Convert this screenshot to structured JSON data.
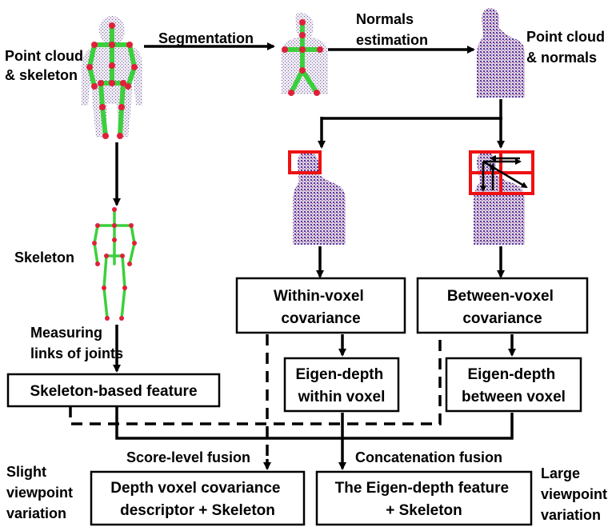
{
  "labels": {
    "point_cloud_skeleton": [
      "Point cloud",
      "& skeleton"
    ],
    "segmentation": "Segmentation",
    "normals_estimation": [
      "Normals",
      "estimation"
    ],
    "point_cloud_normals": [
      "Point cloud",
      "& normals"
    ],
    "skeleton": "Skeleton",
    "measuring_links": [
      "Measuring",
      "links of joints"
    ],
    "score_level_fusion": "Score-level fusion",
    "concatenation_fusion": "Concatenation fusion",
    "slight_variation": [
      "Slight",
      "viewpoint",
      "variation"
    ],
    "large_variation": [
      "Large",
      "viewpoint",
      "variation"
    ]
  },
  "boxes": {
    "within_voxel_cov": [
      "Within-voxel",
      "covariance"
    ],
    "between_voxel_cov": [
      "Between-voxel",
      "covariance"
    ],
    "eigen_within": [
      "Eigen-depth",
      "within voxel"
    ],
    "eigen_between": [
      "Eigen-depth",
      "between voxel"
    ],
    "skeleton_feature": "Skeleton-based feature",
    "depth_voxel_desc": [
      "Depth voxel covariance",
      "descriptor + Skeleton"
    ],
    "eigen_depth_feature": [
      "The Eigen-depth feature",
      "+ Skeleton"
    ]
  },
  "colors": {
    "skeleton_bone": "#3ccf3c",
    "joint": "#e0203a",
    "point_cloud": "#5a3a9a",
    "voxel_highlight": "#ee1111"
  }
}
